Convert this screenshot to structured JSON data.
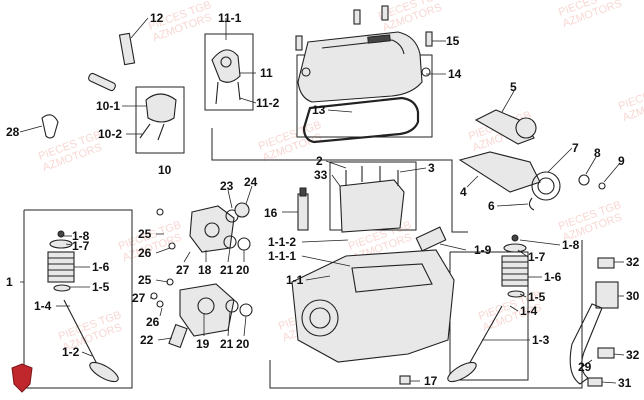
{
  "watermark": {
    "lines": [
      "PIECES TGB",
      "AZMOTORS"
    ],
    "color": "#f2b8b0"
  },
  "labels": [
    "1",
    "1-1",
    "1-1-1",
    "1-1-2",
    "1-2",
    "1-3",
    "1-4",
    "1-5",
    "1-6",
    "1-7",
    "1-8",
    "1-9",
    "2",
    "3",
    "4",
    "5",
    "6",
    "7",
    "8",
    "9",
    "10",
    "10-1",
    "10-2",
    "11",
    "11-1",
    "11-2",
    "12",
    "13",
    "14",
    "15",
    "16",
    "17",
    "18",
    "19",
    "20",
    "21",
    "22",
    "23",
    "24",
    "25",
    "26",
    "27",
    "28",
    "29",
    "30",
    "31",
    "32",
    "33"
  ],
  "colors": {
    "line": "#222222",
    "logo": "#c0272d"
  }
}
